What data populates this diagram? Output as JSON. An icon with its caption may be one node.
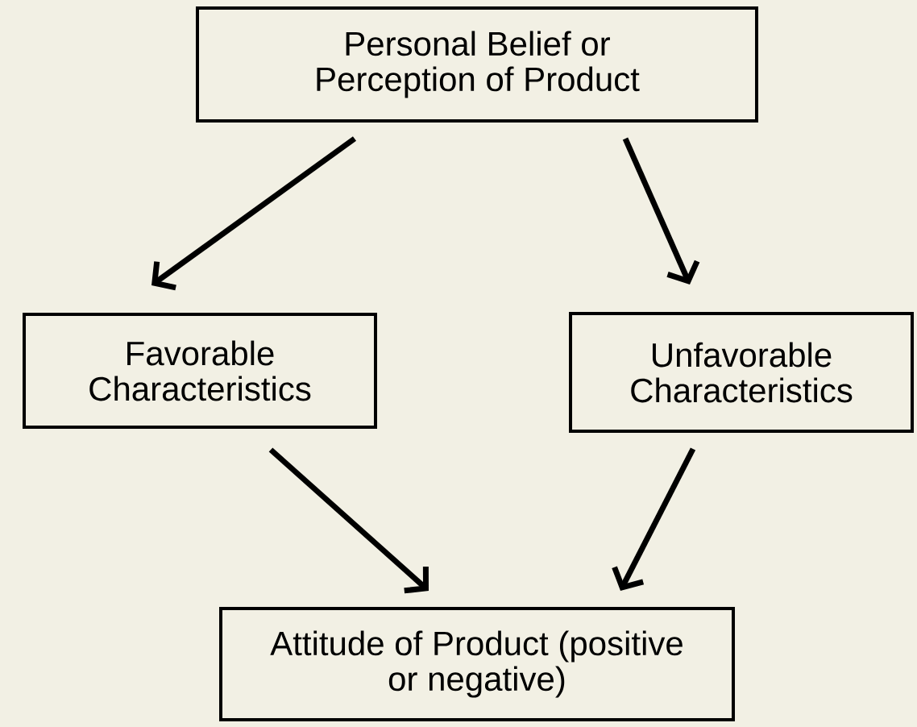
{
  "diagram": {
    "nodes": [
      {
        "text": [
          "Personal Belief or Perception of Product"
        ]
      },
      {
        "text": [
          "Favorable Characteristics"
        ]
      },
      {
        "text": [
          "Unfavorable Characteristics"
        ]
      },
      {
        "text": [
          "Attitude of Product (positive or negative)"
        ]
      }
    ],
    "edges": [
      {
        "from": 0,
        "to": 1,
        "arrow": "to"
      },
      {
        "from": 0,
        "to": 2,
        "arrow": "to"
      },
      {
        "from": 1,
        "to": 3,
        "arrow": "to"
      },
      {
        "from": 2,
        "to": 3,
        "arrow": "to"
      }
    ]
  }
}
